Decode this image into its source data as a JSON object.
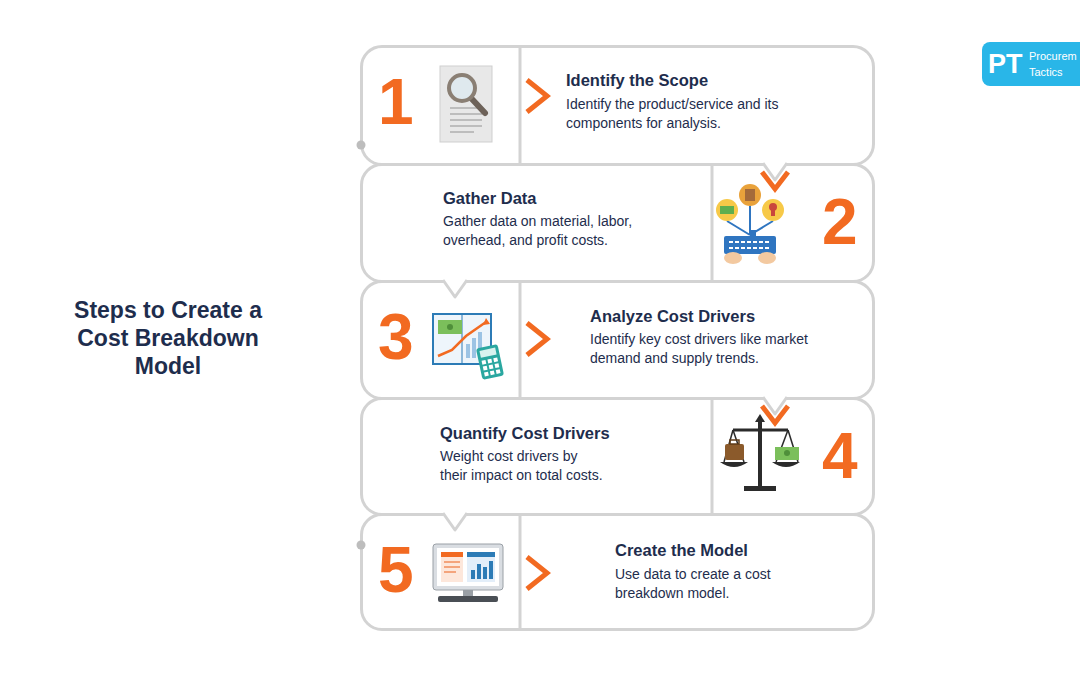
{
  "diagram": {
    "title": "Steps to Create a Cost Breakdown Model",
    "nodes": [
      {
        "text": [
          "1",
          "Identify the Scope",
          "Identify the product/service and its components for analysis."
        ]
      },
      {
        "text": [
          "2",
          "Gather Data",
          "Gather data on material, labor, overhead, and profit costs."
        ]
      },
      {
        "text": [
          "3",
          "Analyze Cost Drivers",
          "Identify key cost drivers like market demand and supply trends."
        ]
      },
      {
        "text": [
          "4",
          "Quantify Cost Drivers",
          "Weight cost drivers by their impact on total costs."
        ]
      },
      {
        "text": [
          "5",
          "Create the Model",
          "Use data to create a cost breakdown model."
        ]
      },
      {
        "text": [
          "PT",
          "Procurem",
          "Tactics"
        ]
      }
    ],
    "edges": [
      {
        "from": 0,
        "to": 1,
        "arrow": "to"
      },
      {
        "from": 1,
        "to": 2,
        "arrow": "to"
      },
      {
        "from": 2,
        "to": 3,
        "arrow": "to"
      },
      {
        "from": 3,
        "to": 4,
        "arrow": "to"
      }
    ]
  }
}
